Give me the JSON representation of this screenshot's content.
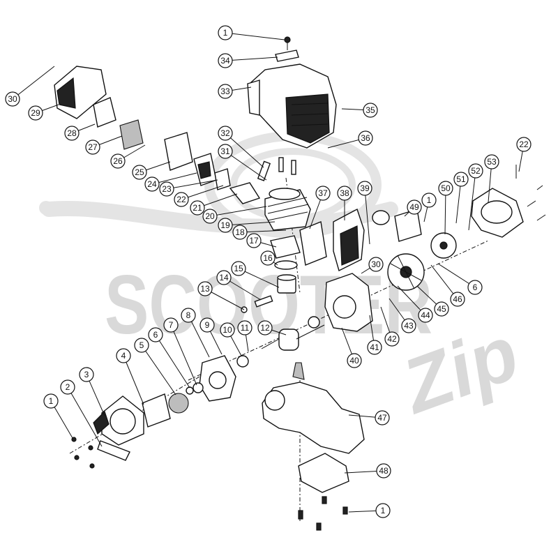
{
  "watermark": {
    "main_text": "SCOOTER",
    "script_text": "Zip"
  },
  "callouts": [
    {
      "id": "c-1-top",
      "label": "1"
    },
    {
      "id": "c-34",
      "label": "34"
    },
    {
      "id": "c-33",
      "label": "33"
    },
    {
      "id": "c-35",
      "label": "35"
    },
    {
      "id": "c-36",
      "label": "36"
    },
    {
      "id": "c-30-left",
      "label": "30"
    },
    {
      "id": "c-29",
      "label": "29"
    },
    {
      "id": "c-28",
      "label": "28"
    },
    {
      "id": "c-27",
      "label": "27"
    },
    {
      "id": "c-26",
      "label": "26"
    },
    {
      "id": "c-25",
      "label": "25"
    },
    {
      "id": "c-24",
      "label": "24"
    },
    {
      "id": "c-23",
      "label": "23"
    },
    {
      "id": "c-22-left",
      "label": "22"
    },
    {
      "id": "c-21",
      "label": "21"
    },
    {
      "id": "c-20",
      "label": "20"
    },
    {
      "id": "c-19",
      "label": "19"
    },
    {
      "id": "c-18",
      "label": "18"
    },
    {
      "id": "c-17",
      "label": "17"
    },
    {
      "id": "c-16",
      "label": "16"
    },
    {
      "id": "c-15",
      "label": "15"
    },
    {
      "id": "c-14",
      "label": "14"
    },
    {
      "id": "c-13",
      "label": "13"
    },
    {
      "id": "c-32",
      "label": "32"
    },
    {
      "id": "c-31",
      "label": "31"
    },
    {
      "id": "c-37",
      "label": "37"
    },
    {
      "id": "c-38",
      "label": "38"
    },
    {
      "id": "c-39",
      "label": "39"
    },
    {
      "id": "c-30-right",
      "label": "30"
    },
    {
      "id": "c-49",
      "label": "49"
    },
    {
      "id": "c-1-right",
      "label": "1"
    },
    {
      "id": "c-50",
      "label": "50"
    },
    {
      "id": "c-51",
      "label": "51"
    },
    {
      "id": "c-52",
      "label": "52"
    },
    {
      "id": "c-53",
      "label": "53"
    },
    {
      "id": "c-22-right",
      "label": "22"
    },
    {
      "id": "c-6-right",
      "label": "6"
    },
    {
      "id": "c-46",
      "label": "46"
    },
    {
      "id": "c-45",
      "label": "45"
    },
    {
      "id": "c-44",
      "label": "44"
    },
    {
      "id": "c-43",
      "label": "43"
    },
    {
      "id": "c-42",
      "label": "42"
    },
    {
      "id": "c-41",
      "label": "41"
    },
    {
      "id": "c-40",
      "label": "40"
    },
    {
      "id": "c-12",
      "label": "12"
    },
    {
      "id": "c-11",
      "label": "11"
    },
    {
      "id": "c-10",
      "label": "10"
    },
    {
      "id": "c-9",
      "label": "9"
    },
    {
      "id": "c-8",
      "label": "8"
    },
    {
      "id": "c-7",
      "label": "7"
    },
    {
      "id": "c-6-left",
      "label": "6"
    },
    {
      "id": "c-5",
      "label": "5"
    },
    {
      "id": "c-4",
      "label": "4"
    },
    {
      "id": "c-3",
      "label": "3"
    },
    {
      "id": "c-2",
      "label": "2"
    },
    {
      "id": "c-1-left",
      "label": "1"
    },
    {
      "id": "c-47",
      "label": "47"
    },
    {
      "id": "c-48",
      "label": "48"
    },
    {
      "id": "c-1-bottom",
      "label": "1"
    }
  ]
}
